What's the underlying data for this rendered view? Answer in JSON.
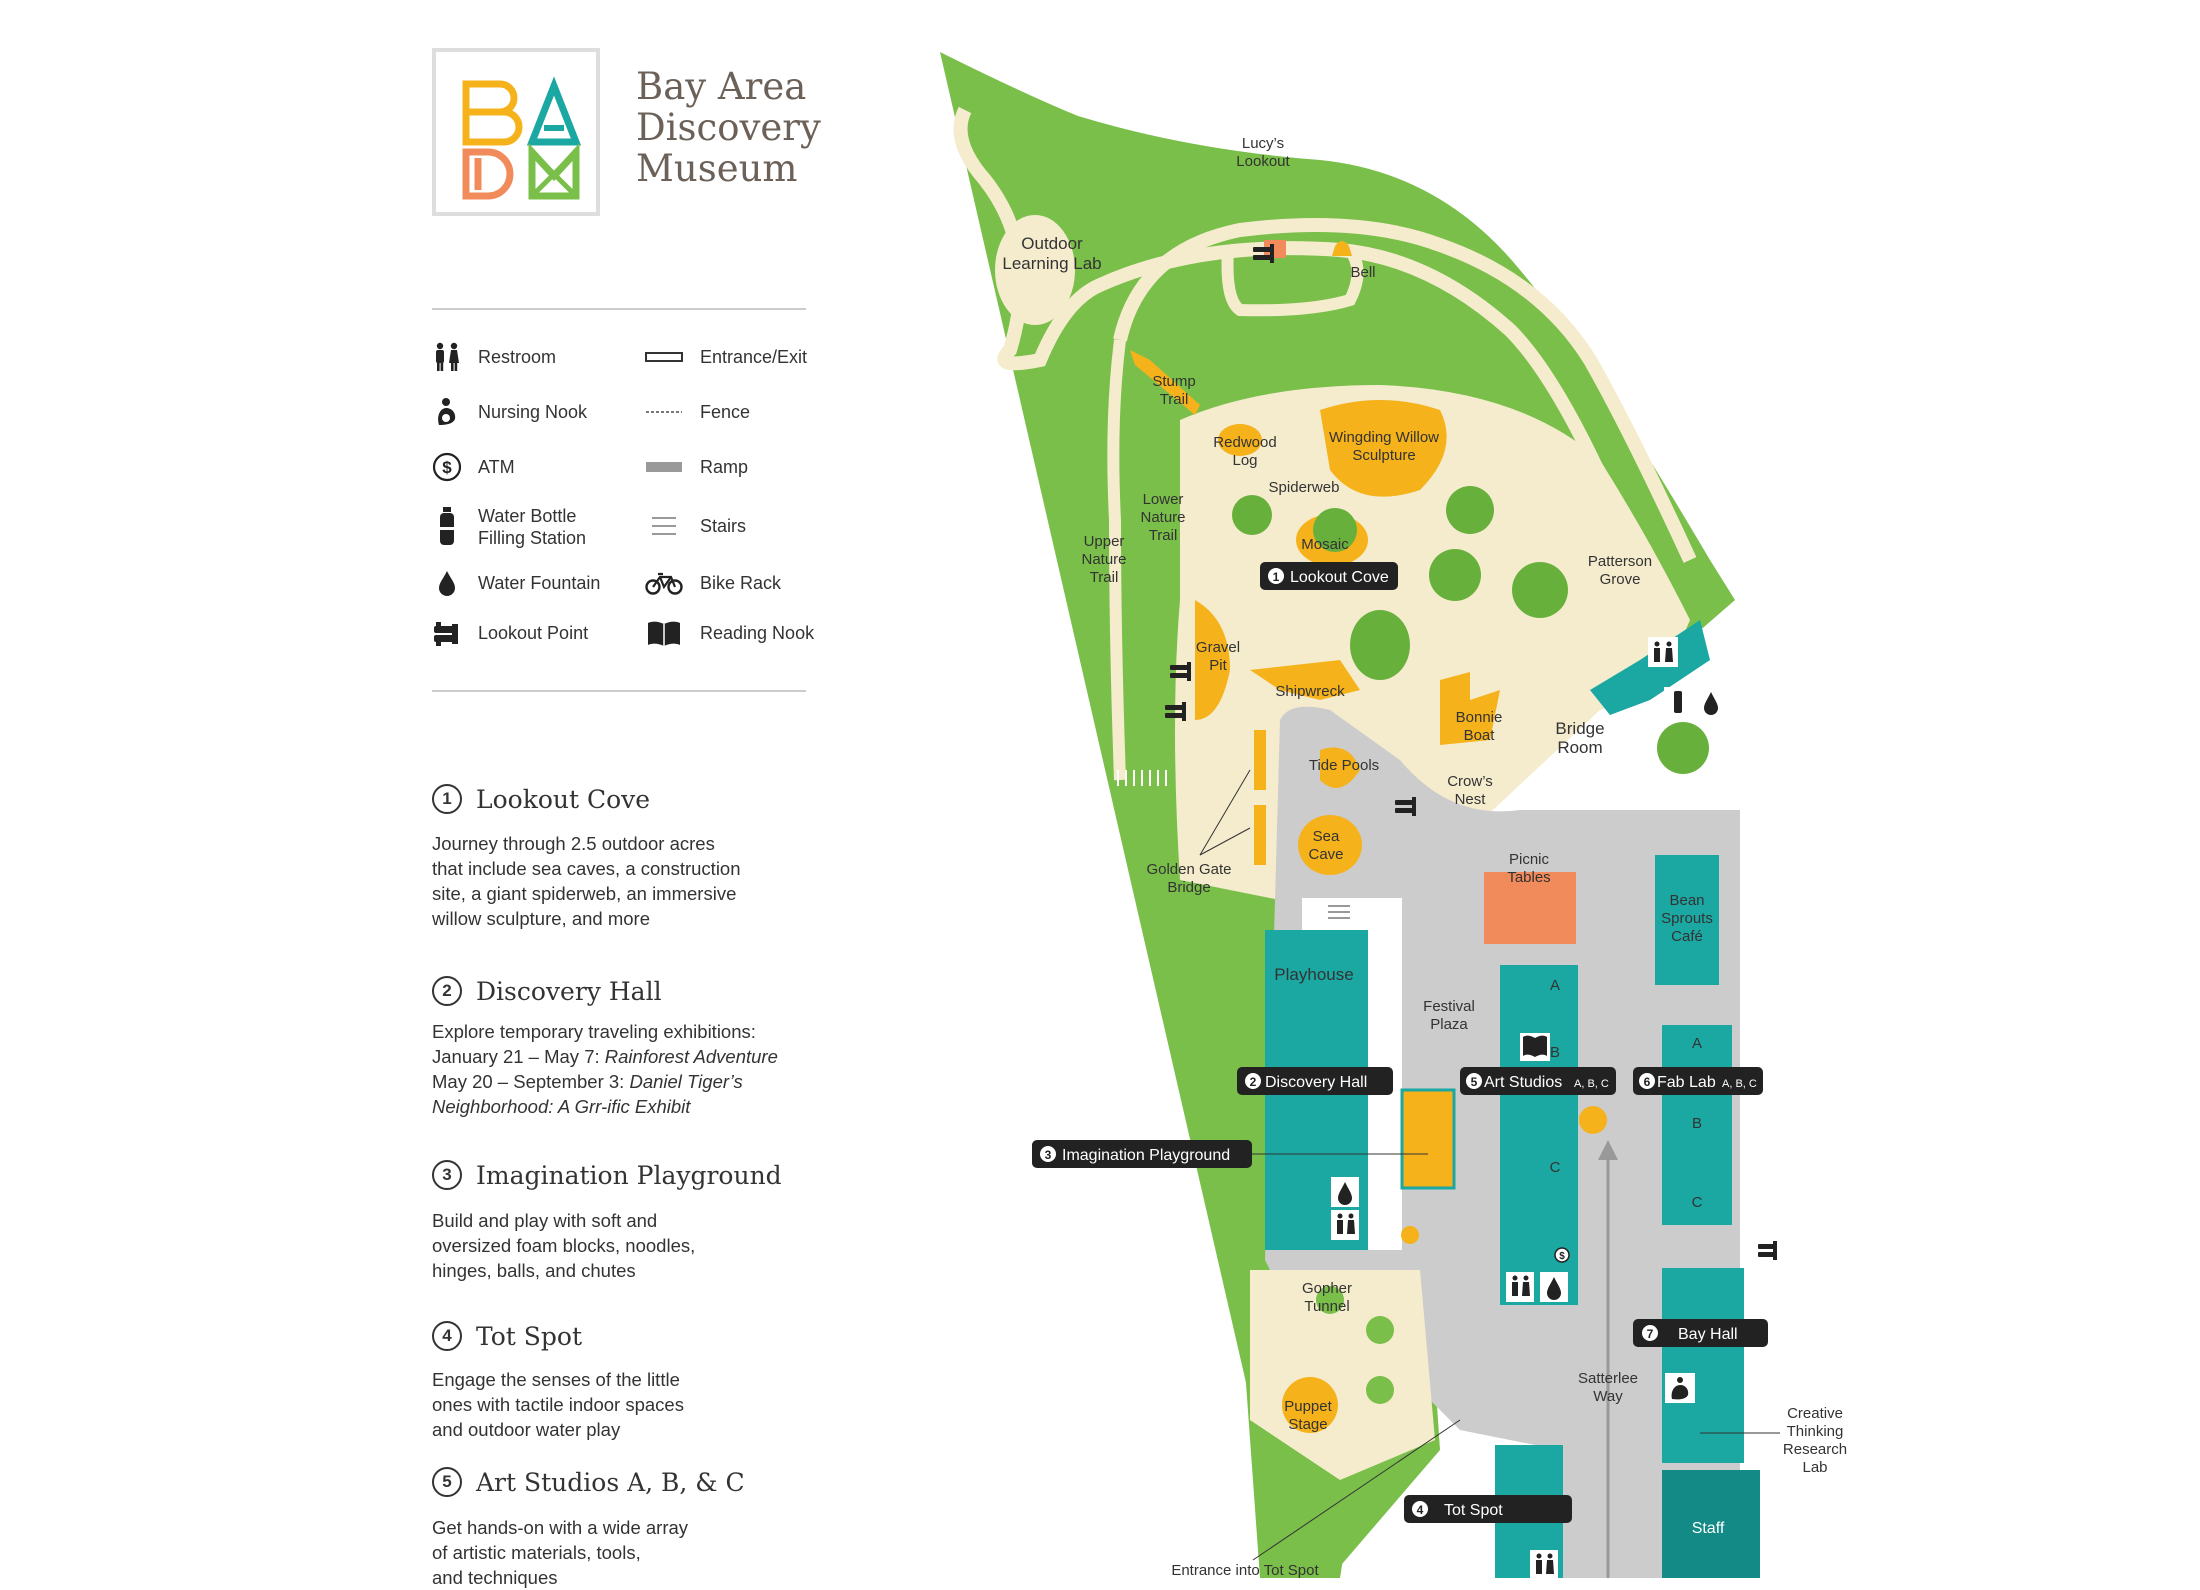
{
  "header": {
    "logo_letters": [
      "B",
      "A",
      "D",
      "M"
    ],
    "title_lines": [
      "Bay Area",
      "Discovery",
      "Museum"
    ],
    "colors": {
      "yellow": "#f5b21b",
      "teal": "#1ba7a2",
      "orange": "#f28b5b",
      "green": "#79bf4a",
      "brown": "#6b6159"
    }
  },
  "legend": {
    "items": [
      {
        "label": "Restroom",
        "icon": "restroom-icon"
      },
      {
        "label": "Entrance/Exit",
        "icon": "entrance-exit-icon"
      },
      {
        "label": "Nursing Nook",
        "icon": "nursing-nook-icon"
      },
      {
        "label": "Fence",
        "icon": "fence-icon"
      },
      {
        "label": "ATM",
        "icon": "atm-icon"
      },
      {
        "label": "Ramp",
        "icon": "ramp-icon"
      },
      {
        "label": "Water Bottle\nFilling Station",
        "icon": "water-bottle-icon"
      },
      {
        "label": "Stairs",
        "icon": "stairs-icon"
      },
      {
        "label": "Water Fountain",
        "icon": "water-fountain-icon"
      },
      {
        "label": "Bike Rack",
        "icon": "bike-rack-icon"
      },
      {
        "label": "Lookout Point",
        "icon": "lookout-point-icon"
      },
      {
        "label": "Reading Nook",
        "icon": "reading-nook-icon"
      }
    ]
  },
  "sections": [
    {
      "num": "1",
      "title": "Lookout Cove",
      "desc": "Journey through 2.5 outdoor acres\nthat include sea caves, a construction\nsite, a giant spiderweb, an immersive\nwillow sculpture, and more"
    },
    {
      "num": "2",
      "title": "Discovery Hall",
      "desc_line1": "Explore temporary traveling exhibitions:",
      "desc_line2_pre": "January 21 – May 7: ",
      "desc_line2_em": "Rainforest Adventure",
      "desc_line3_pre": "May 20 – September 3: ",
      "desc_line3_em": "Daniel Tiger’s",
      "desc_line4_em": "Neighborhood: A Grr-ific Exhibit"
    },
    {
      "num": "3",
      "title": "Imagination Playground",
      "desc": "Build and play with soft and\noversized foam blocks, noodles,\nhinges, balls, and chutes"
    },
    {
      "num": "4",
      "title": "Tot Spot",
      "desc": "Engage the senses of the little\nones with tactile indoor spaces\nand outdoor water play"
    },
    {
      "num": "5",
      "title": "Art Studios A, B, & C",
      "desc": "Get hands-on with a wide array\nof artistic materials, tools,\nand techniques"
    }
  ],
  "map": {
    "labels": {
      "lucys_lookout": [
        "Lucy’s",
        "Lookout"
      ],
      "outdoor_learning_lab": [
        "Outdoor",
        "Learning Lab"
      ],
      "bell": "Bell",
      "stump_trail": [
        "Stump",
        "Trail"
      ],
      "redwood_log": [
        "Redwood",
        "Log"
      ],
      "wingding_willow": [
        "Wingding Willow",
        "Sculpture"
      ],
      "spiderweb": "Spiderweb",
      "lower_nature_trail": [
        "Lower",
        "Nature",
        "Trail"
      ],
      "upper_nature_trail": [
        "Upper",
        "Nature",
        "Trail"
      ],
      "mosaic": "Mosaic",
      "patterson_grove": [
        "Patterson",
        "Grove"
      ],
      "gravel_pit": [
        "Gravel",
        "Pit"
      ],
      "shipwreck": "Shipwreck",
      "bonnie_boat": [
        "Bonnie",
        "Boat"
      ],
      "bridge_room": [
        "Bridge",
        "Room"
      ],
      "tide_pools": "Tide Pools",
      "crows_nest": [
        "Crow’s",
        "Nest"
      ],
      "sea_cave": [
        "Sea",
        "Cave"
      ],
      "golden_gate_bridge": [
        "Golden Gate",
        "Bridge"
      ],
      "picnic_tables": [
        "Picnic",
        "Tables"
      ],
      "bean_sprouts": [
        "Bean",
        "Sprouts",
        "Café"
      ],
      "playhouse": "Playhouse",
      "festival_plaza": [
        "Festival",
        "Plaza"
      ],
      "gopher_tunnel": [
        "Gopher",
        "Tunnel"
      ],
      "puppet_stage": [
        "Puppet",
        "Stage"
      ],
      "satterlee_way": [
        "Satterlee",
        "Way"
      ],
      "creative_thinking": [
        "Creative",
        "Thinking",
        "Research",
        "Lab"
      ],
      "staff": "Staff",
      "entrance_tot_spot": "Entrance into Tot Spot",
      "room_a": "A",
      "room_b": "B",
      "room_c": "C"
    },
    "tags": {
      "lookout_cove": {
        "num": "1",
        "text": "Lookout Cove"
      },
      "discovery_hall": {
        "num": "2",
        "text": "Discovery Hall"
      },
      "imagination_playground": {
        "num": "3",
        "text": "Imagination Playground"
      },
      "tot_spot": {
        "num": "4",
        "text": "Tot Spot"
      },
      "art_studios": {
        "num": "5",
        "text": "Art Studios",
        "small": "A, B, C"
      },
      "fab_lab": {
        "num": "6",
        "text": "Fab Lab",
        "small": "A, B, C"
      },
      "bay_hall": {
        "num": "7",
        "text": "Bay Hall"
      }
    }
  }
}
